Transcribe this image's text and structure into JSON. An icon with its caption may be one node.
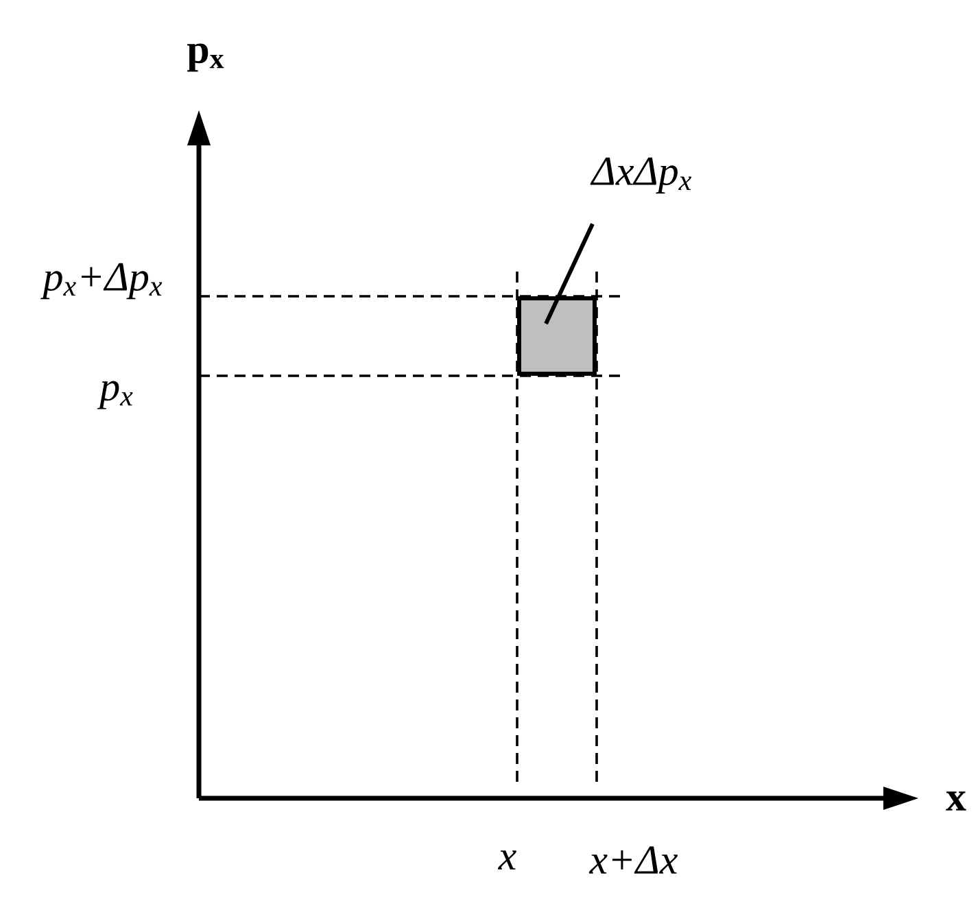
{
  "diagram": {
    "nodes": [
      {
        "text": [
          "ΔxΔp$_{x}$"
        ]
      },
      {
        "text": [],
        "shape": "box"
      }
    ],
    "edges": [
      {
        "from": 0,
        "to": 1,
        "arrow": "none"
      }
    ],
    "labels": [
      "p$_{x}$",
      "p$_{x}$+Δp$_{x}$",
      "p$_{x}$",
      "x",
      "x",
      "x+Δx"
    ]
  }
}
